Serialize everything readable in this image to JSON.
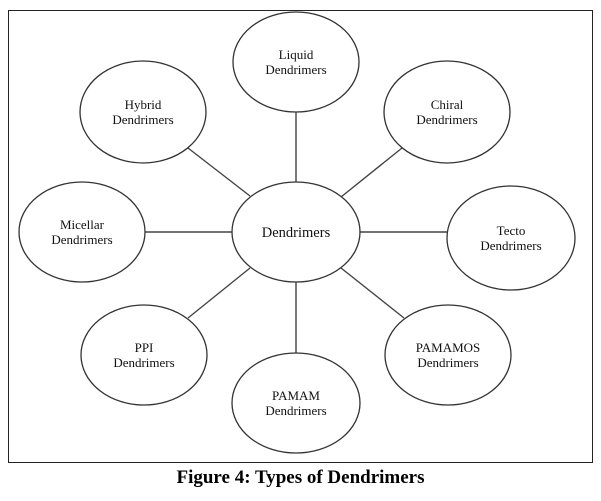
{
  "diagram": {
    "center": {
      "label": "Dendrimers"
    },
    "nodes": [
      {
        "line1": "Liquid",
        "line2": "Dendrimers"
      },
      {
        "line1": "Chiral",
        "line2": "Dendrimers"
      },
      {
        "line1": "Tecto",
        "line2": "Dendrimers"
      },
      {
        "line1": "PAMAMOS",
        "line2": "Dendrimers"
      },
      {
        "line1": "PAMAM",
        "line2": "Dendrimers"
      },
      {
        "line1": "PPI",
        "line2": "Dendrimers"
      },
      {
        "line1": "Micellar",
        "line2": "Dendrimers"
      },
      {
        "line1": "Hybrid",
        "line2": "Dendrimers"
      }
    ]
  },
  "caption": "Figure 4: Types of Dendrimers",
  "colors": {
    "stroke": "#333333",
    "line": "#444444",
    "frame": "#222222"
  }
}
